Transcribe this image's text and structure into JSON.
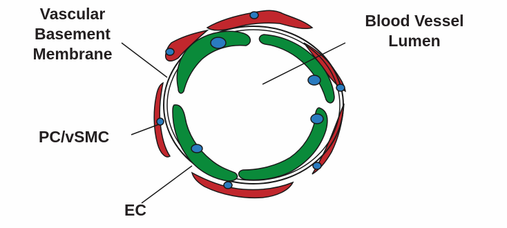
{
  "labels": {
    "vascular_basement_membrane": [
      "Vascular",
      "Basement",
      "Membrane"
    ],
    "blood_vessel_lumen": [
      "Blood Vessel",
      "Lumen"
    ],
    "pc_vsmc": "PC/vSMC",
    "ec": "EC"
  },
  "colors": {
    "pericyte_red": "#c1272d",
    "endothelial_green": "#0a8a3a",
    "nucleus_blue": "#2a7bbf",
    "outline": "#1a1a1a",
    "text": "#231f20"
  },
  "icons": {
    "pericyte": "red-elongated-cell",
    "endothelial_cell": "green-crescent-cell",
    "nucleus": "blue-oval-nucleus"
  }
}
